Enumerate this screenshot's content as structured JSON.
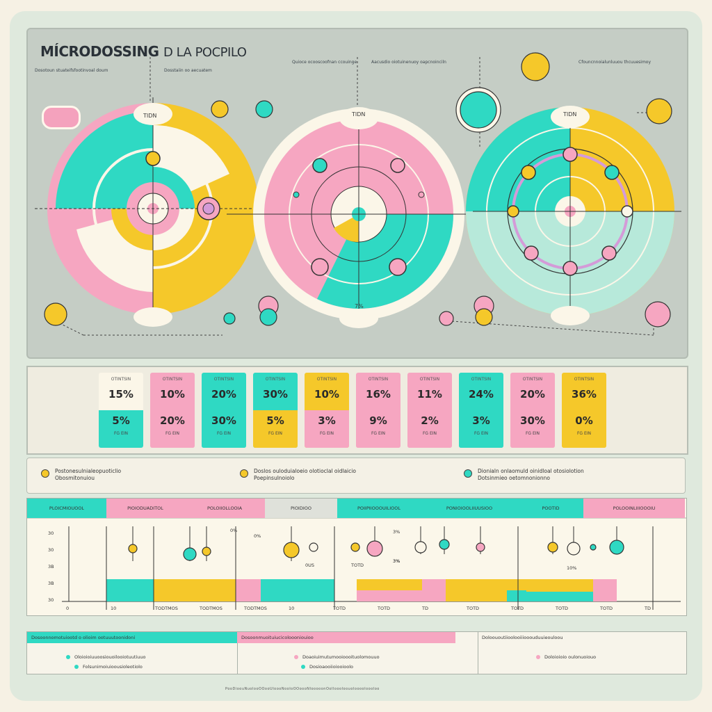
{
  "title": {
    "main": "MÍCRODOSSING",
    "sub": "D LA POCPILO"
  },
  "descriptions": [
    "Dosotoun stuateifsfootinvoal doum",
    "Dosstaiin oo aecuatem",
    "Quioce ocooscoofnan ccouinge",
    "Aacusdio oiotuinenuoy oapcnoinciln",
    "Cfouncnnoialunluuou thcuuesimoy"
  ],
  "diagrams": [
    {
      "top_label": "TIDN",
      "bottom_label": ""
    },
    {
      "top_label": "TIDN",
      "bottom_label": "7%"
    },
    {
      "top_label": "TIDN",
      "bottom_label": ""
    }
  ],
  "colors": {
    "pink": "#f6a6c1",
    "yellow": "#f5c82a",
    "teal": "#2fd9c3",
    "cream": "#fbf6e8",
    "dark": "#2a3138"
  },
  "stats": [
    {
      "head": "OTINTSIN",
      "top": "15%",
      "bottom": "5%",
      "foot": "FG EIN",
      "top_color": "#fbf6e8",
      "bottom_color": "#2fd9c3"
    },
    {
      "head": "OTINTSIN",
      "top": "10%",
      "bottom": "20%",
      "foot": "FG EIN",
      "top_color": "#f6a6c1",
      "bottom_color": "#f6a6c1"
    },
    {
      "head": "OTINTSIN",
      "top": "20%",
      "bottom": "30%",
      "foot": "FG EIN",
      "top_color": "#2fd9c3",
      "bottom_color": "#2fd9c3"
    },
    {
      "head": "OTINTSIN",
      "top": "30%",
      "bottom": "5%",
      "foot": "FG EIN",
      "top_color": "#2fd9c3",
      "bottom_color": "#f5c82a"
    },
    {
      "head": "OTINTSIN",
      "top": "10%",
      "bottom": "3%",
      "foot": "FG EIN",
      "top_color": "#f5c82a",
      "bottom_color": "#f6a6c1"
    },
    {
      "head": "OTINTSIN",
      "top": "16%",
      "bottom": "9%",
      "foot": "FG EIN",
      "top_color": "#f6a6c1",
      "bottom_color": "#f6a6c1"
    },
    {
      "head": "OTINTSIN",
      "top": "11%",
      "bottom": "2%",
      "foot": "FG EIN",
      "top_color": "#f6a6c1",
      "bottom_color": "#f6a6c1"
    },
    {
      "head": "OTINTSIN",
      "top": "24%",
      "bottom": "3%",
      "foot": "FG EIN",
      "top_color": "#2fd9c3",
      "bottom_color": "#2fd9c3"
    },
    {
      "head": "OTINTSIN",
      "top": "20%",
      "bottom": "30%",
      "foot": "FG EIN",
      "top_color": "#f6a6c1",
      "bottom_color": "#f6a6c1"
    },
    {
      "head": "OTINTSIN",
      "top": "36%",
      "bottom": "0%",
      "foot": "FG EIN",
      "top_color": "#f5c82a",
      "bottom_color": "#f5c82a"
    }
  ],
  "legend": [
    {
      "line1": "Postonesulnialeopuoticlio",
      "line2": "Obosmitonuiou",
      "color": "#f5c82a"
    },
    {
      "line1": "Doslos ouloduialoeio olotioclal oidlaicio",
      "line2": "Poepinsulnoiolo",
      "color": "#f5c82a"
    },
    {
      "line1": "Dionialn onlaomuld oinidloal otosiolotion",
      "line2": "Dotsinmieo oetomnonionno",
      "color": "#2fd9c3"
    }
  ],
  "timeline": {
    "headers": [
      {
        "label": "PLOICMIOUOOL",
        "color": "#2fd9c3"
      },
      {
        "label": "PIOIODUADITOL",
        "color": "#f6a6c1"
      },
      {
        "label": "POLOIIOLLOOIA",
        "color": "#f6a6c1"
      },
      {
        "label": "PIOIDIOO",
        "color": "#dfe1da"
      },
      {
        "label": "POIIPIIOOOUILIOOL",
        "color": "#2fd9c3"
      },
      {
        "label": "PONIOIOOLIIUUSIOO",
        "color": "#2fd9c3"
      },
      {
        "label": "POOTID",
        "color": "#2fd9c3"
      },
      {
        "label": "POLOOINLIIIOOOIU",
        "color": "#f6a6c1"
      }
    ],
    "y_ticks": [
      "30",
      "30",
      "3B",
      "3B",
      "30"
    ],
    "x_ticks": [
      "0",
      "10",
      "TODTMOS",
      "TODTMOS",
      "TODTMOS",
      "10",
      "TOTD",
      "TOTD",
      "TD",
      "TOTD",
      "TOTD",
      "TOTD",
      "TOTD",
      "TD"
    ],
    "annotations": [
      "0%",
      "0%",
      "3%",
      "3%",
      "0US",
      "TOTD",
      "3%",
      "10%"
    ]
  },
  "bottom_sections": [
    {
      "header": "Dosoonnomotuiootd o olioim ootuuutoonidoni",
      "items": [
        "Oloioioiuuoosiouoilooiotuutiuuo",
        "Folsunimoiuioousioleotiolo"
      ],
      "dot_colors": [
        "#2fd9c3",
        "#2fd9c3"
      ]
    },
    {
      "header": "Dosoonmuoituiucicoloooniouioo",
      "items": [
        "Doaoiuimutumooioooituolomouuo",
        "Dosioaooiioiooioolo"
      ],
      "dot_colors": [
        "#f6a6c1",
        "#2fd9c3"
      ]
    },
    {
      "header": "Doloououtiioolooiiiooouduuieouloou",
      "items": [
        "Doloioioio oulonuoiouo"
      ],
      "dot_colors": [
        "#f6a6c1"
      ]
    }
  ],
  "footer": "PooDioouNuoIooOOooUIoooNooIoOOoooNIooooonOoIIoooIoouoIooooIoooIoo"
}
